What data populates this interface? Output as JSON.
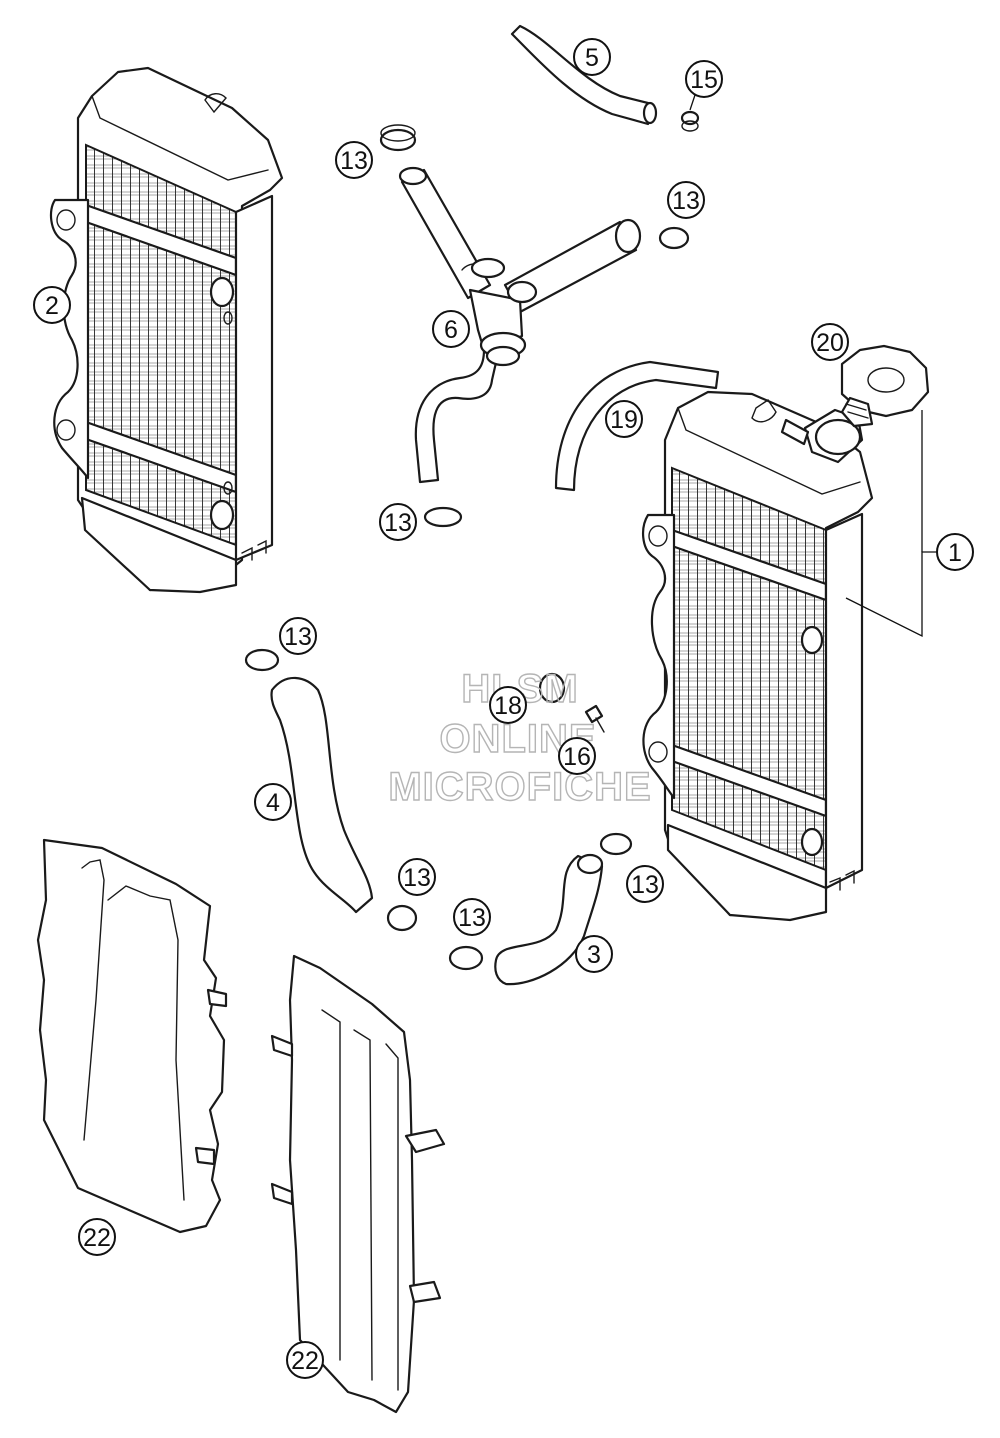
{
  "callouts": [
    {
      "id": "c1",
      "text": "1"
    },
    {
      "id": "c2",
      "text": "2"
    },
    {
      "id": "c3",
      "text": "3"
    },
    {
      "id": "c4",
      "text": "4"
    },
    {
      "id": "c5",
      "text": "5"
    },
    {
      "id": "c6",
      "text": "6"
    },
    {
      "id": "c13a",
      "text": "13"
    },
    {
      "id": "c13b",
      "text": "13"
    },
    {
      "id": "c13c",
      "text": "13"
    },
    {
      "id": "c13d",
      "text": "13"
    },
    {
      "id": "c13e",
      "text": "13"
    },
    {
      "id": "c13f",
      "text": "13"
    },
    {
      "id": "c13g",
      "text": "13"
    },
    {
      "id": "c15",
      "text": "15"
    },
    {
      "id": "c16",
      "text": "16"
    },
    {
      "id": "c18",
      "text": "18"
    },
    {
      "id": "c19",
      "text": "19"
    },
    {
      "id": "c20",
      "text": "20"
    },
    {
      "id": "c22a",
      "text": "22"
    },
    {
      "id": "c22b",
      "text": "22"
    }
  ],
  "watermark": {
    "line1": "HLSM",
    "line2": "ONLINE",
    "line3": "MICROFICHE"
  },
  "colors": {
    "line": "#1a1a1a",
    "background": "#ffffff",
    "watermark": "#b5b5b5"
  }
}
